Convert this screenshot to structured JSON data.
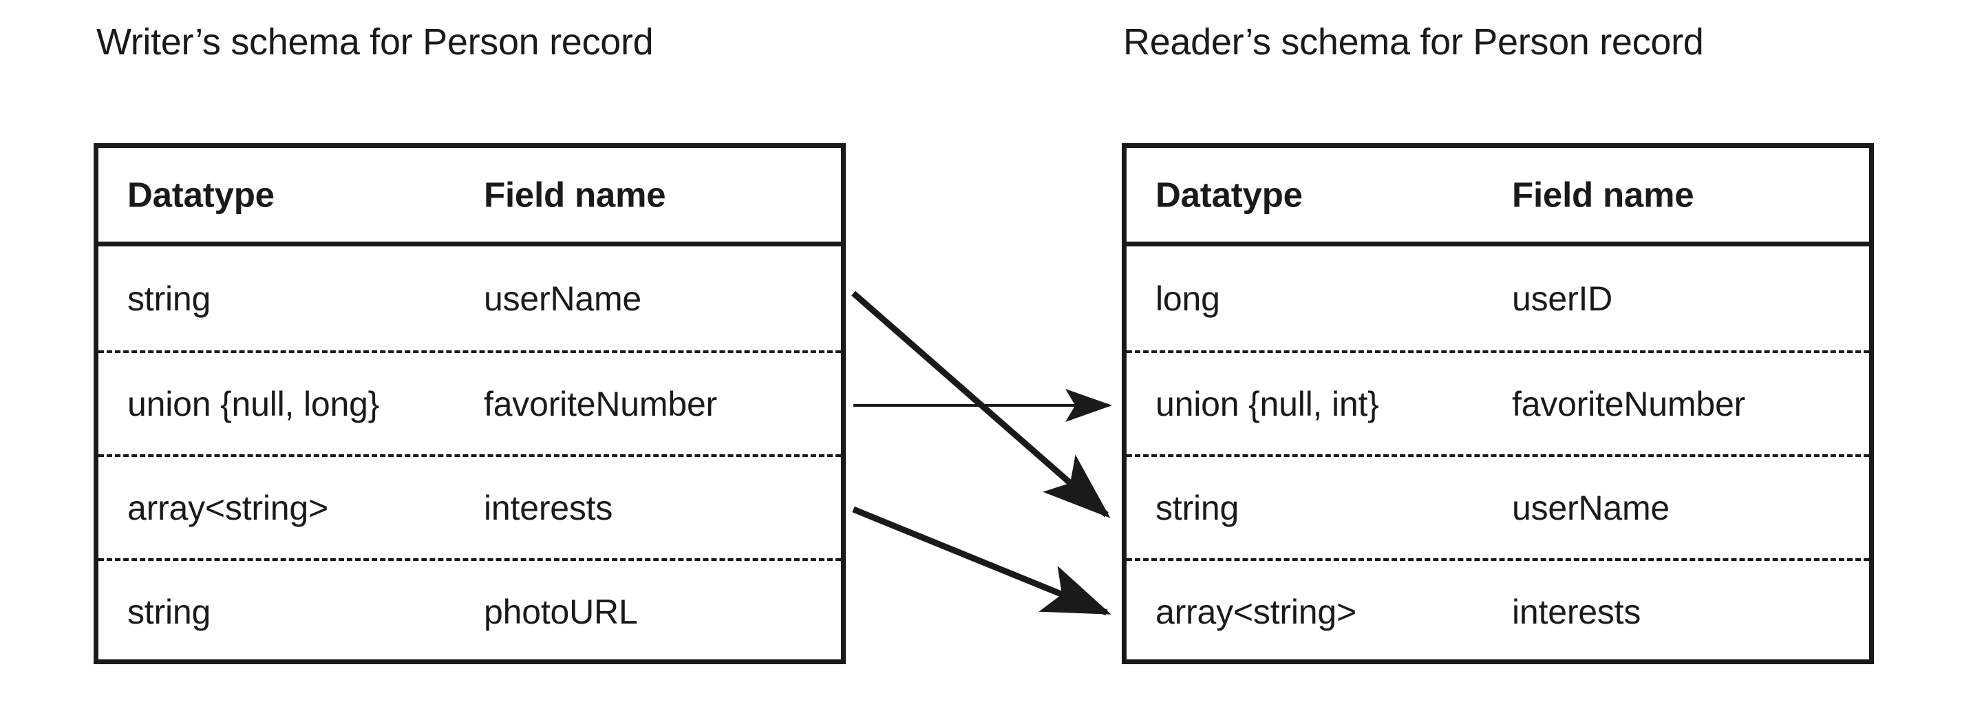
{
  "diagram": {
    "kind": "schema-resolution",
    "background_color": "#ffffff",
    "ink_color": "#1a1a1a"
  },
  "writer": {
    "title": "Writer’s schema for Person record",
    "columns": [
      "Datatype",
      "Field name"
    ],
    "rows": [
      {
        "datatype": "string",
        "field": "userName"
      },
      {
        "datatype": "union {null, long}",
        "field": "favoriteNumber"
      },
      {
        "datatype": "array<string>",
        "field": "interests"
      },
      {
        "datatype": "string",
        "field": "photoURL"
      }
    ]
  },
  "reader": {
    "title": "Reader’s schema for Person record",
    "columns": [
      "Datatype",
      "Field name"
    ],
    "rows": [
      {
        "datatype": "long",
        "field": "userID"
      },
      {
        "datatype": "union {null, int}",
        "field": "favoriteNumber"
      },
      {
        "datatype": "string",
        "field": "userName"
      },
      {
        "datatype": "array<string>",
        "field": "interests"
      }
    ]
  },
  "mappings": [
    {
      "from_field": "userName",
      "to_field": "userName",
      "style": "thick-diagonal"
    },
    {
      "from_field": "favoriteNumber",
      "to_field": "favoriteNumber",
      "style": "thin-horizontal"
    },
    {
      "from_field": "interests",
      "to_field": "interests",
      "style": "thick-diagonal"
    }
  ]
}
